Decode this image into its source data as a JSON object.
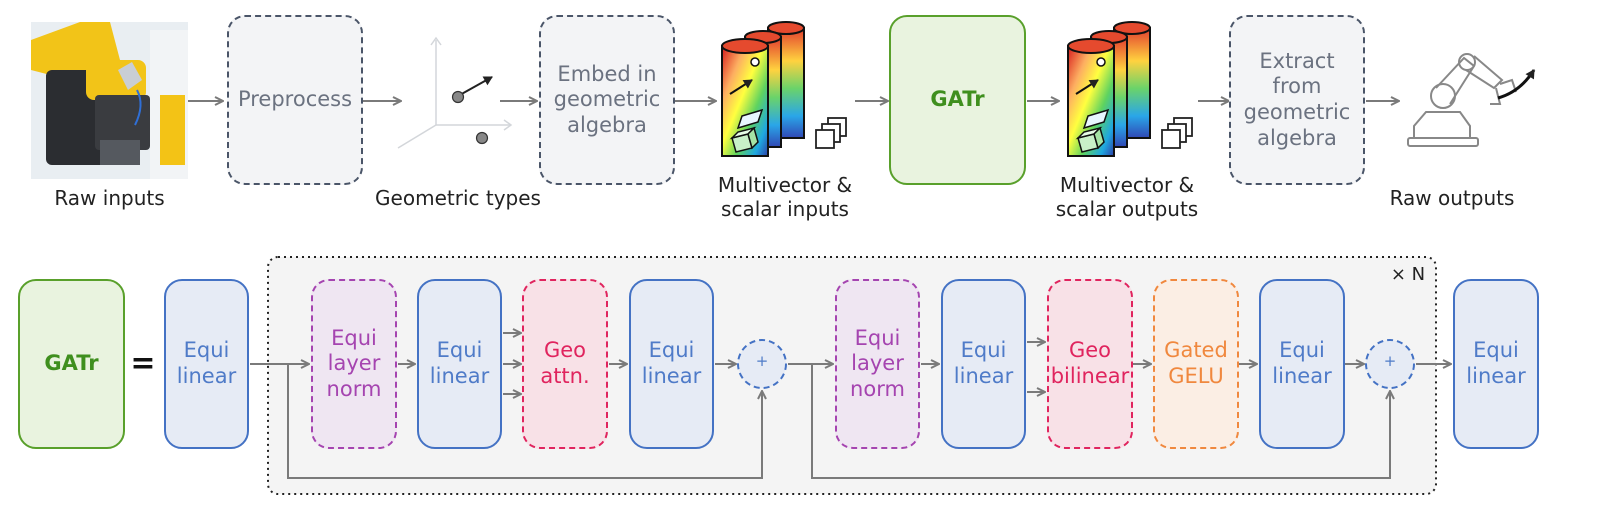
{
  "top_row": {
    "raw_inputs_label": "Raw inputs",
    "preprocess_label": "Preprocess",
    "geometric_types_label": "Geometric types",
    "embed_label": "Embed in\ngeometric\nalgebra",
    "multivector_inputs_label": "Multivector &\nscalar inputs",
    "gatr_label": "GATr",
    "multivector_outputs_label": "Multivector &\nscalar outputs",
    "extract_label": "Extract\nfrom\ngeometric\nalgebra",
    "raw_outputs_label": "Raw outputs"
  },
  "bottom_row": {
    "gatr_label": "GATr",
    "equals_sign": "=",
    "repeat_label": "× N",
    "blocks": [
      {
        "kind": "equi",
        "label": "Equi\nlinear"
      },
      {
        "kind": "norm",
        "label": "Equi\nlayer\nnorm"
      },
      {
        "kind": "equi",
        "label": "Equi\nlinear"
      },
      {
        "kind": "geo",
        "label": "Geo\nattn."
      },
      {
        "kind": "equi",
        "label": "Equi\nlinear"
      },
      {
        "kind": "norm",
        "label": "Equi\nlayer\nnorm"
      },
      {
        "kind": "equi",
        "label": "Equi\nlinear"
      },
      {
        "kind": "geo",
        "label": "Geo\nbilinear"
      },
      {
        "kind": "gelu",
        "label": "Gated\nGELU"
      },
      {
        "kind": "equi",
        "label": "Equi\nlinear"
      },
      {
        "kind": "equi",
        "label": "Equi\nlinear"
      }
    ],
    "plus_symbol": "+"
  },
  "colors": {
    "arrow": "#7a7a7a",
    "gatr_green": "#59a02b",
    "equi_blue": "#4472c4",
    "norm_purple": "#a544b0",
    "geo_red": "#e0245e",
    "gelu_orange": "#f0883e"
  },
  "icons": [
    "robot-arm-photo-icon",
    "coordinate-axes-icon",
    "multivector-stack-icon",
    "scalar-squares-icon",
    "robot-arm-icon"
  ]
}
